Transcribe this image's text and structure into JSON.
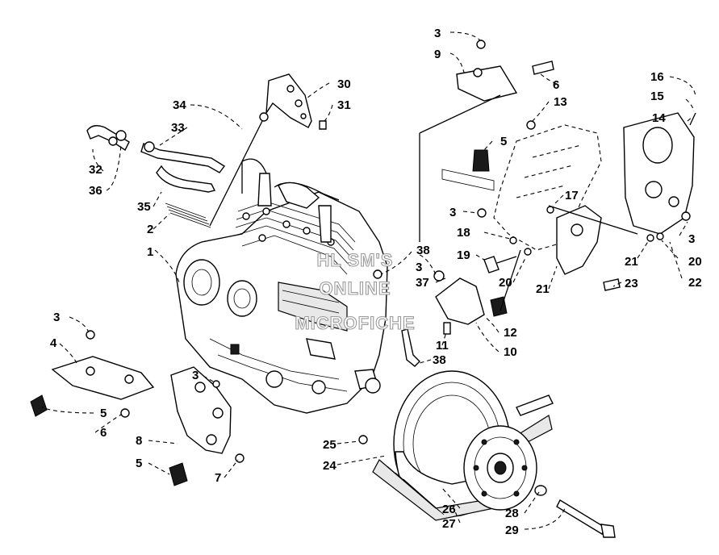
{
  "diagram": {
    "watermark_lines": [
      "HL SM'S",
      "ONLINE",
      "MICROFICHE"
    ],
    "callouts": [
      {
        "label": "1"
      },
      {
        "label": "2"
      },
      {
        "label": "3"
      },
      {
        "label": "3"
      },
      {
        "label": "3"
      },
      {
        "label": "3"
      },
      {
        "label": "3"
      },
      {
        "label": "3"
      },
      {
        "label": "4"
      },
      {
        "label": "5"
      },
      {
        "label": "5"
      },
      {
        "label": "5"
      },
      {
        "label": "6"
      },
      {
        "label": "6"
      },
      {
        "label": "7"
      },
      {
        "label": "8"
      },
      {
        "label": "9"
      },
      {
        "label": "10"
      },
      {
        "label": "11"
      },
      {
        "label": "12"
      },
      {
        "label": "13"
      },
      {
        "label": "14"
      },
      {
        "label": "15"
      },
      {
        "label": "16"
      },
      {
        "label": "17"
      },
      {
        "label": "18"
      },
      {
        "label": "19"
      },
      {
        "label": "20"
      },
      {
        "label": "20"
      },
      {
        "label": "21"
      },
      {
        "label": "21"
      },
      {
        "label": "22"
      },
      {
        "label": "23"
      },
      {
        "label": "24"
      },
      {
        "label": "25"
      },
      {
        "label": "26"
      },
      {
        "label": "27"
      },
      {
        "label": "28"
      },
      {
        "label": "29"
      },
      {
        "label": "30"
      },
      {
        "label": "31"
      },
      {
        "label": "32"
      },
      {
        "label": "33"
      },
      {
        "label": "34"
      },
      {
        "label": "35"
      },
      {
        "label": "36"
      },
      {
        "label": "37"
      },
      {
        "label": "38"
      },
      {
        "label": "38"
      }
    ]
  }
}
